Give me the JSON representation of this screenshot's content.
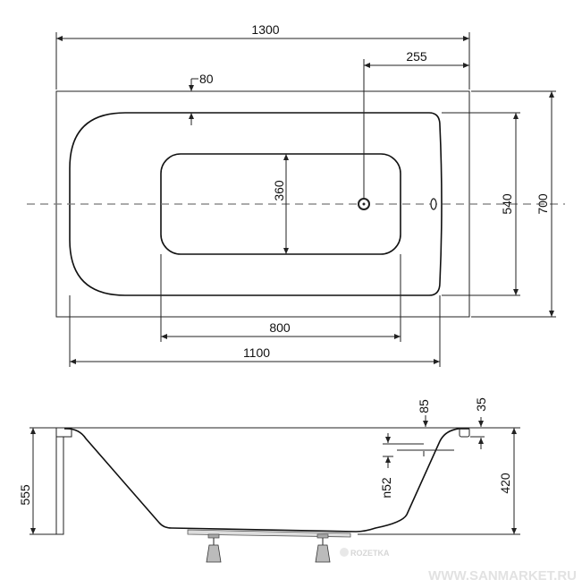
{
  "top_view": {
    "dimensions": {
      "overall_length": "1300",
      "drain_offset": "255",
      "rim_width": "80",
      "inner_bottom_width": "360",
      "inner_width": "540",
      "overall_width": "700",
      "inner_bottom_length": "800",
      "inner_length": "1100"
    }
  },
  "side_view": {
    "dimensions": {
      "total_height": "555",
      "tub_depth": "420",
      "overflow_offset": "85",
      "rim_thickness": "35",
      "overflow_diameter": "n52"
    }
  },
  "watermarks": {
    "rozetka": "ROZETKA",
    "sanmarket": "WWW.SANMARKET.RU"
  },
  "colors": {
    "line": "#222222",
    "watermark": "#e2e2e2"
  }
}
